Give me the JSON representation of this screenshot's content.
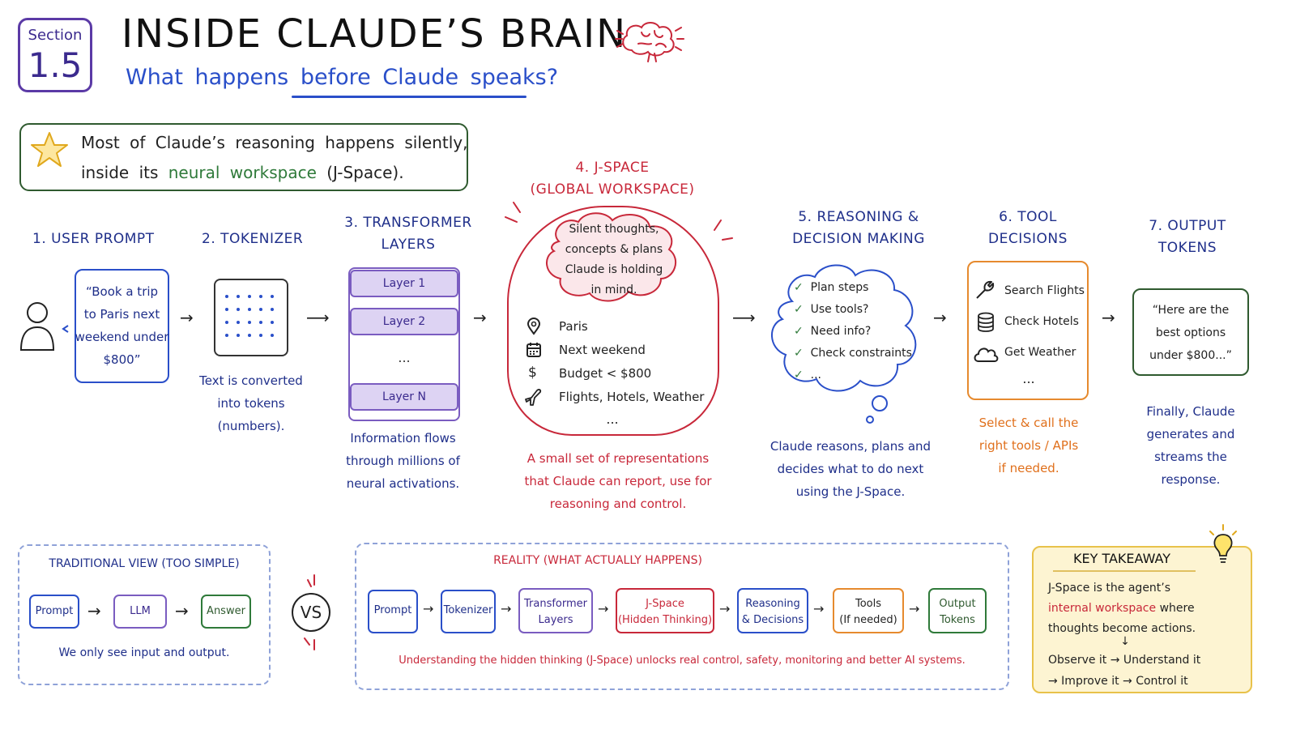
{
  "header": {
    "section_label": "Section",
    "section_number": "1.5",
    "title": "INSIDE CLAUDE’S BRAIN",
    "subtitle": "What happens before Claude speaks?"
  },
  "intro": {
    "line1": "Most of Claude’s reasoning happens silently,",
    "line2_pre": "inside its ",
    "line2_highlight": "neural workspace",
    "line2_post": " (J-Space)."
  },
  "stages": {
    "s1": {
      "title": "1. USER PROMPT",
      "prompt_lines": [
        "“Book a trip",
        "to Paris next",
        "weekend under",
        "$800”"
      ]
    },
    "s2": {
      "title": "2. TOKENIZER",
      "caption_lines": [
        "Text is converted",
        "into tokens",
        "(numbers)."
      ]
    },
    "s3": {
      "title_lines": [
        "3. TRANSFORMER",
        "LAYERS"
      ],
      "layers": [
        "Layer 1",
        "Layer 2",
        "...",
        "Layer N"
      ],
      "caption_lines": [
        "Information flows",
        "through millions of",
        "neural activations."
      ]
    },
    "s4": {
      "title_lines": [
        "4. J-SPACE",
        "(GLOBAL WORKSPACE)"
      ],
      "thought_lines": [
        "Silent thoughts,",
        "concepts & plans",
        "Claude is holding",
        "in mind."
      ],
      "items": [
        {
          "icon": "location-pin-icon",
          "label": "Paris"
        },
        {
          "icon": "calendar-icon",
          "label": "Next weekend"
        },
        {
          "icon": "dollar-icon",
          "label": "Budget < $800"
        },
        {
          "icon": "airplane-icon",
          "label": "Flights, Hotels, Weather"
        }
      ],
      "more": "...",
      "caption_lines": [
        "A small set of representations",
        "that Claude can report, use for",
        "reasoning and control."
      ]
    },
    "s5": {
      "title_lines": [
        "5. REASONING &",
        "DECISION MAKING"
      ],
      "checks": [
        "Plan steps",
        "Use tools?",
        "Need info?",
        "Check constraints",
        "..."
      ],
      "caption_lines": [
        "Claude reasons, plans and",
        "decides what to do next",
        "using the J-Space."
      ]
    },
    "s6": {
      "title_lines": [
        "6. TOOL",
        "DECISIONS"
      ],
      "tools": [
        {
          "icon": "wrench-icon",
          "label": "Search Flights"
        },
        {
          "icon": "database-icon",
          "label": "Check Hotels"
        },
        {
          "icon": "cloud-icon",
          "label": "Get Weather"
        }
      ],
      "more": "...",
      "caption_lines": [
        "Select & call the",
        "right tools / APIs",
        "if needed."
      ]
    },
    "s7": {
      "title_lines": [
        "7. OUTPUT",
        "TOKENS"
      ],
      "output_lines": [
        "“Here are the",
        "best options",
        "under $800...”"
      ],
      "caption_lines": [
        "Finally, Claude",
        "generates and",
        "streams the",
        "response."
      ]
    }
  },
  "traditional": {
    "title": "TRADITIONAL VIEW (TOO SIMPLE)",
    "steps": [
      "Prompt",
      "LLM",
      "Answer"
    ],
    "caption": "We only see input and output."
  },
  "vs_label": "VS",
  "reality": {
    "title": "REALITY (WHAT ACTUALLY HAPPENS)",
    "steps": [
      {
        "l1": "Prompt",
        "l2": ""
      },
      {
        "l1": "Tokenizer",
        "l2": ""
      },
      {
        "l1": "Transformer",
        "l2": "Layers"
      },
      {
        "l1": "J-Space",
        "l2": "(Hidden Thinking)"
      },
      {
        "l1": "Reasoning",
        "l2": "& Decisions"
      },
      {
        "l1": "Tools",
        "l2": "(If needed)"
      },
      {
        "l1": "Output",
        "l2": "Tokens"
      }
    ],
    "caption": "Understanding the hidden thinking (J-Space) unlocks real control, safety, monitoring and better AI systems."
  },
  "takeaway": {
    "title": "KEY TAKEAWAY",
    "line1": "J-Space is the agent’s",
    "line2_highlight": "internal workspace",
    "line2_post": " where",
    "line3": "thoughts become actions.",
    "down_arrow": "↓",
    "line4": "Observe it → Understand it",
    "line5": "→ Improve it → Control it"
  },
  "colors": {
    "blue": "#2a4fc9",
    "purple": "#5b3aa6",
    "red": "#c8283a",
    "green": "#2f7a3a",
    "orange": "#e0701c",
    "takeaway_bg": "#fdf4d2"
  }
}
